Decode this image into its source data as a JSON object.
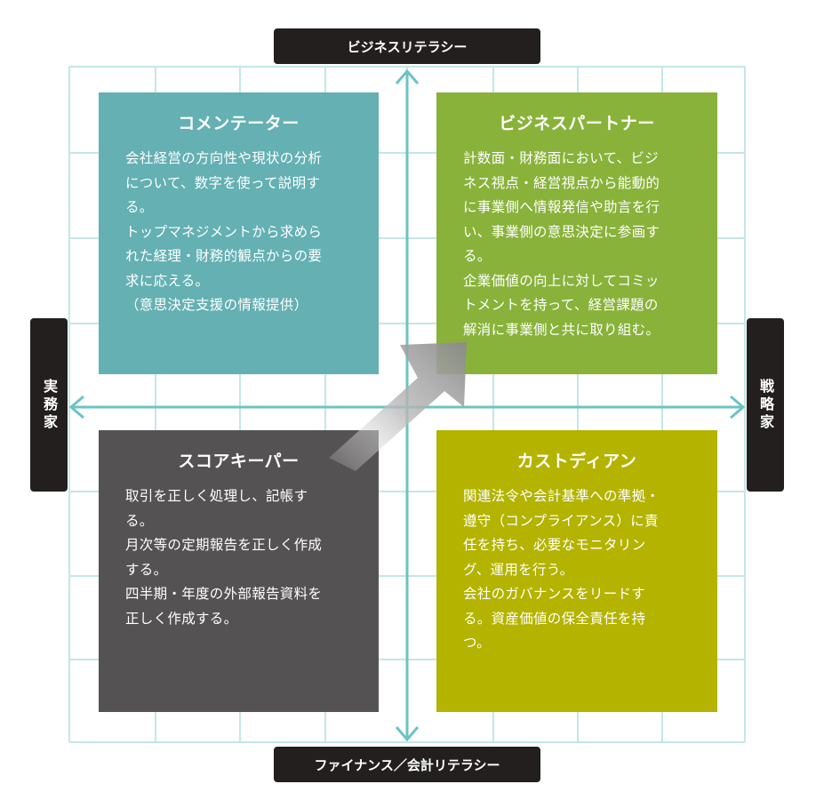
{
  "axes": {
    "top": "ビジネスリテラシー",
    "bottom": "ファイナンス／会計リテラシー",
    "left": "実務家",
    "right": "戦略家"
  },
  "quadrants": {
    "top_left": {
      "title": "コメンテーター",
      "lines": [
        "会社経営の方向性や現状の分析",
        "について、数字を使って説明す",
        "る。",
        "トップマネジメントから求めら",
        "れた経理・財務的観点からの要",
        "求に応える。",
        "（意思決定支援の情報提供）"
      ],
      "color": "#64b0b3"
    },
    "top_right": {
      "title": "ビジネスパートナー",
      "lines": [
        "計数面・財務面において、ビジ",
        "ネス視点・経営視点から能動的",
        "に事業側へ情報発信や助言を行",
        "い、事業側の意思決定に参画す",
        "る。",
        "企業価値の向上に対してコミッ",
        "トメントを持って、経営課題の",
        "解消に事業側と共に取り組む。"
      ],
      "color": "#89b23a"
    },
    "bottom_left": {
      "title": "スコアキーパー",
      "lines": [
        "取引を正しく処理し、記帳す",
        "る。",
        "月次等の定期報告を正しく作成",
        "する。",
        "四半期・年度の外部報告資料を",
        "正しく作成する。"
      ],
      "color": "#555254"
    },
    "bottom_right": {
      "title": "カストディアン",
      "lines": [
        "関連法令や会計基準への準拠・",
        "遵守（コンプライアンス）に責",
        "任を持ち、必要なモニタリン",
        "グ、運用を行う。",
        "会社のガバナンスをリードす",
        "る。資産価値の保全責任を持",
        "つ。"
      ],
      "color": "#b3b300"
    }
  }
}
